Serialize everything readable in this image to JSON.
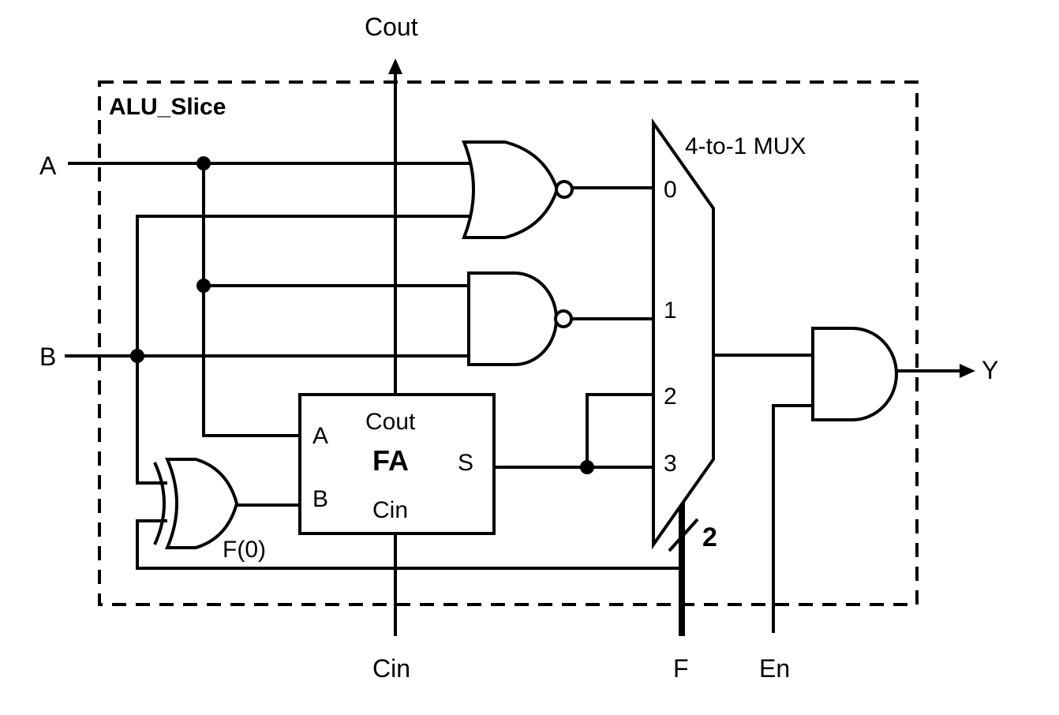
{
  "block": {
    "name": "ALU_Slice"
  },
  "ports": {
    "a": "A",
    "b": "B",
    "cout": "Cout",
    "cin": "Cin",
    "f": "F",
    "en": "En",
    "y": "Y"
  },
  "mux": {
    "title": "4-to-1 MUX",
    "inputs": [
      "0",
      "1",
      "2",
      "3"
    ],
    "select_width": "2"
  },
  "full_adder": {
    "name": "FA",
    "pin_a": "A",
    "pin_b": "B",
    "pin_cout": "Cout",
    "pin_cin": "Cin",
    "pin_s": "S"
  },
  "xor_gate": {
    "control": "F(0)"
  },
  "gates": [
    "nor-gate",
    "nand-gate",
    "xor-gate",
    "and-gate"
  ]
}
